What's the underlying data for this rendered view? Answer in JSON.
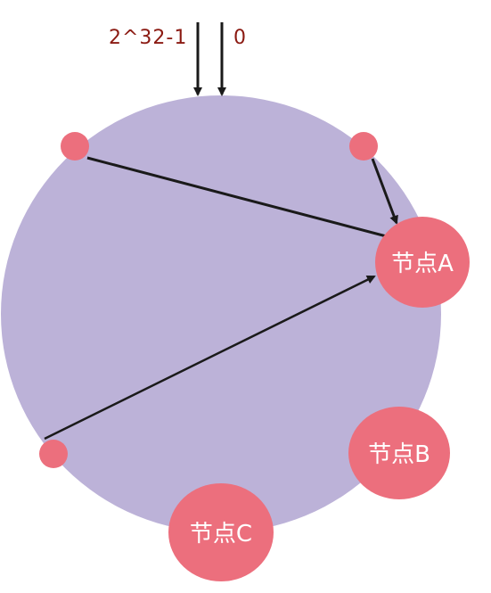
{
  "labels": {
    "max_hash": "2^32-1",
    "zero": "0"
  },
  "nodes": {
    "a": "节点A",
    "b": "节点B",
    "c": "节点C"
  },
  "colors": {
    "ring": "#bcb2d8",
    "node": "#ec6f7d",
    "label": "#8b1a12",
    "arrow": "#1a1a1a"
  }
}
